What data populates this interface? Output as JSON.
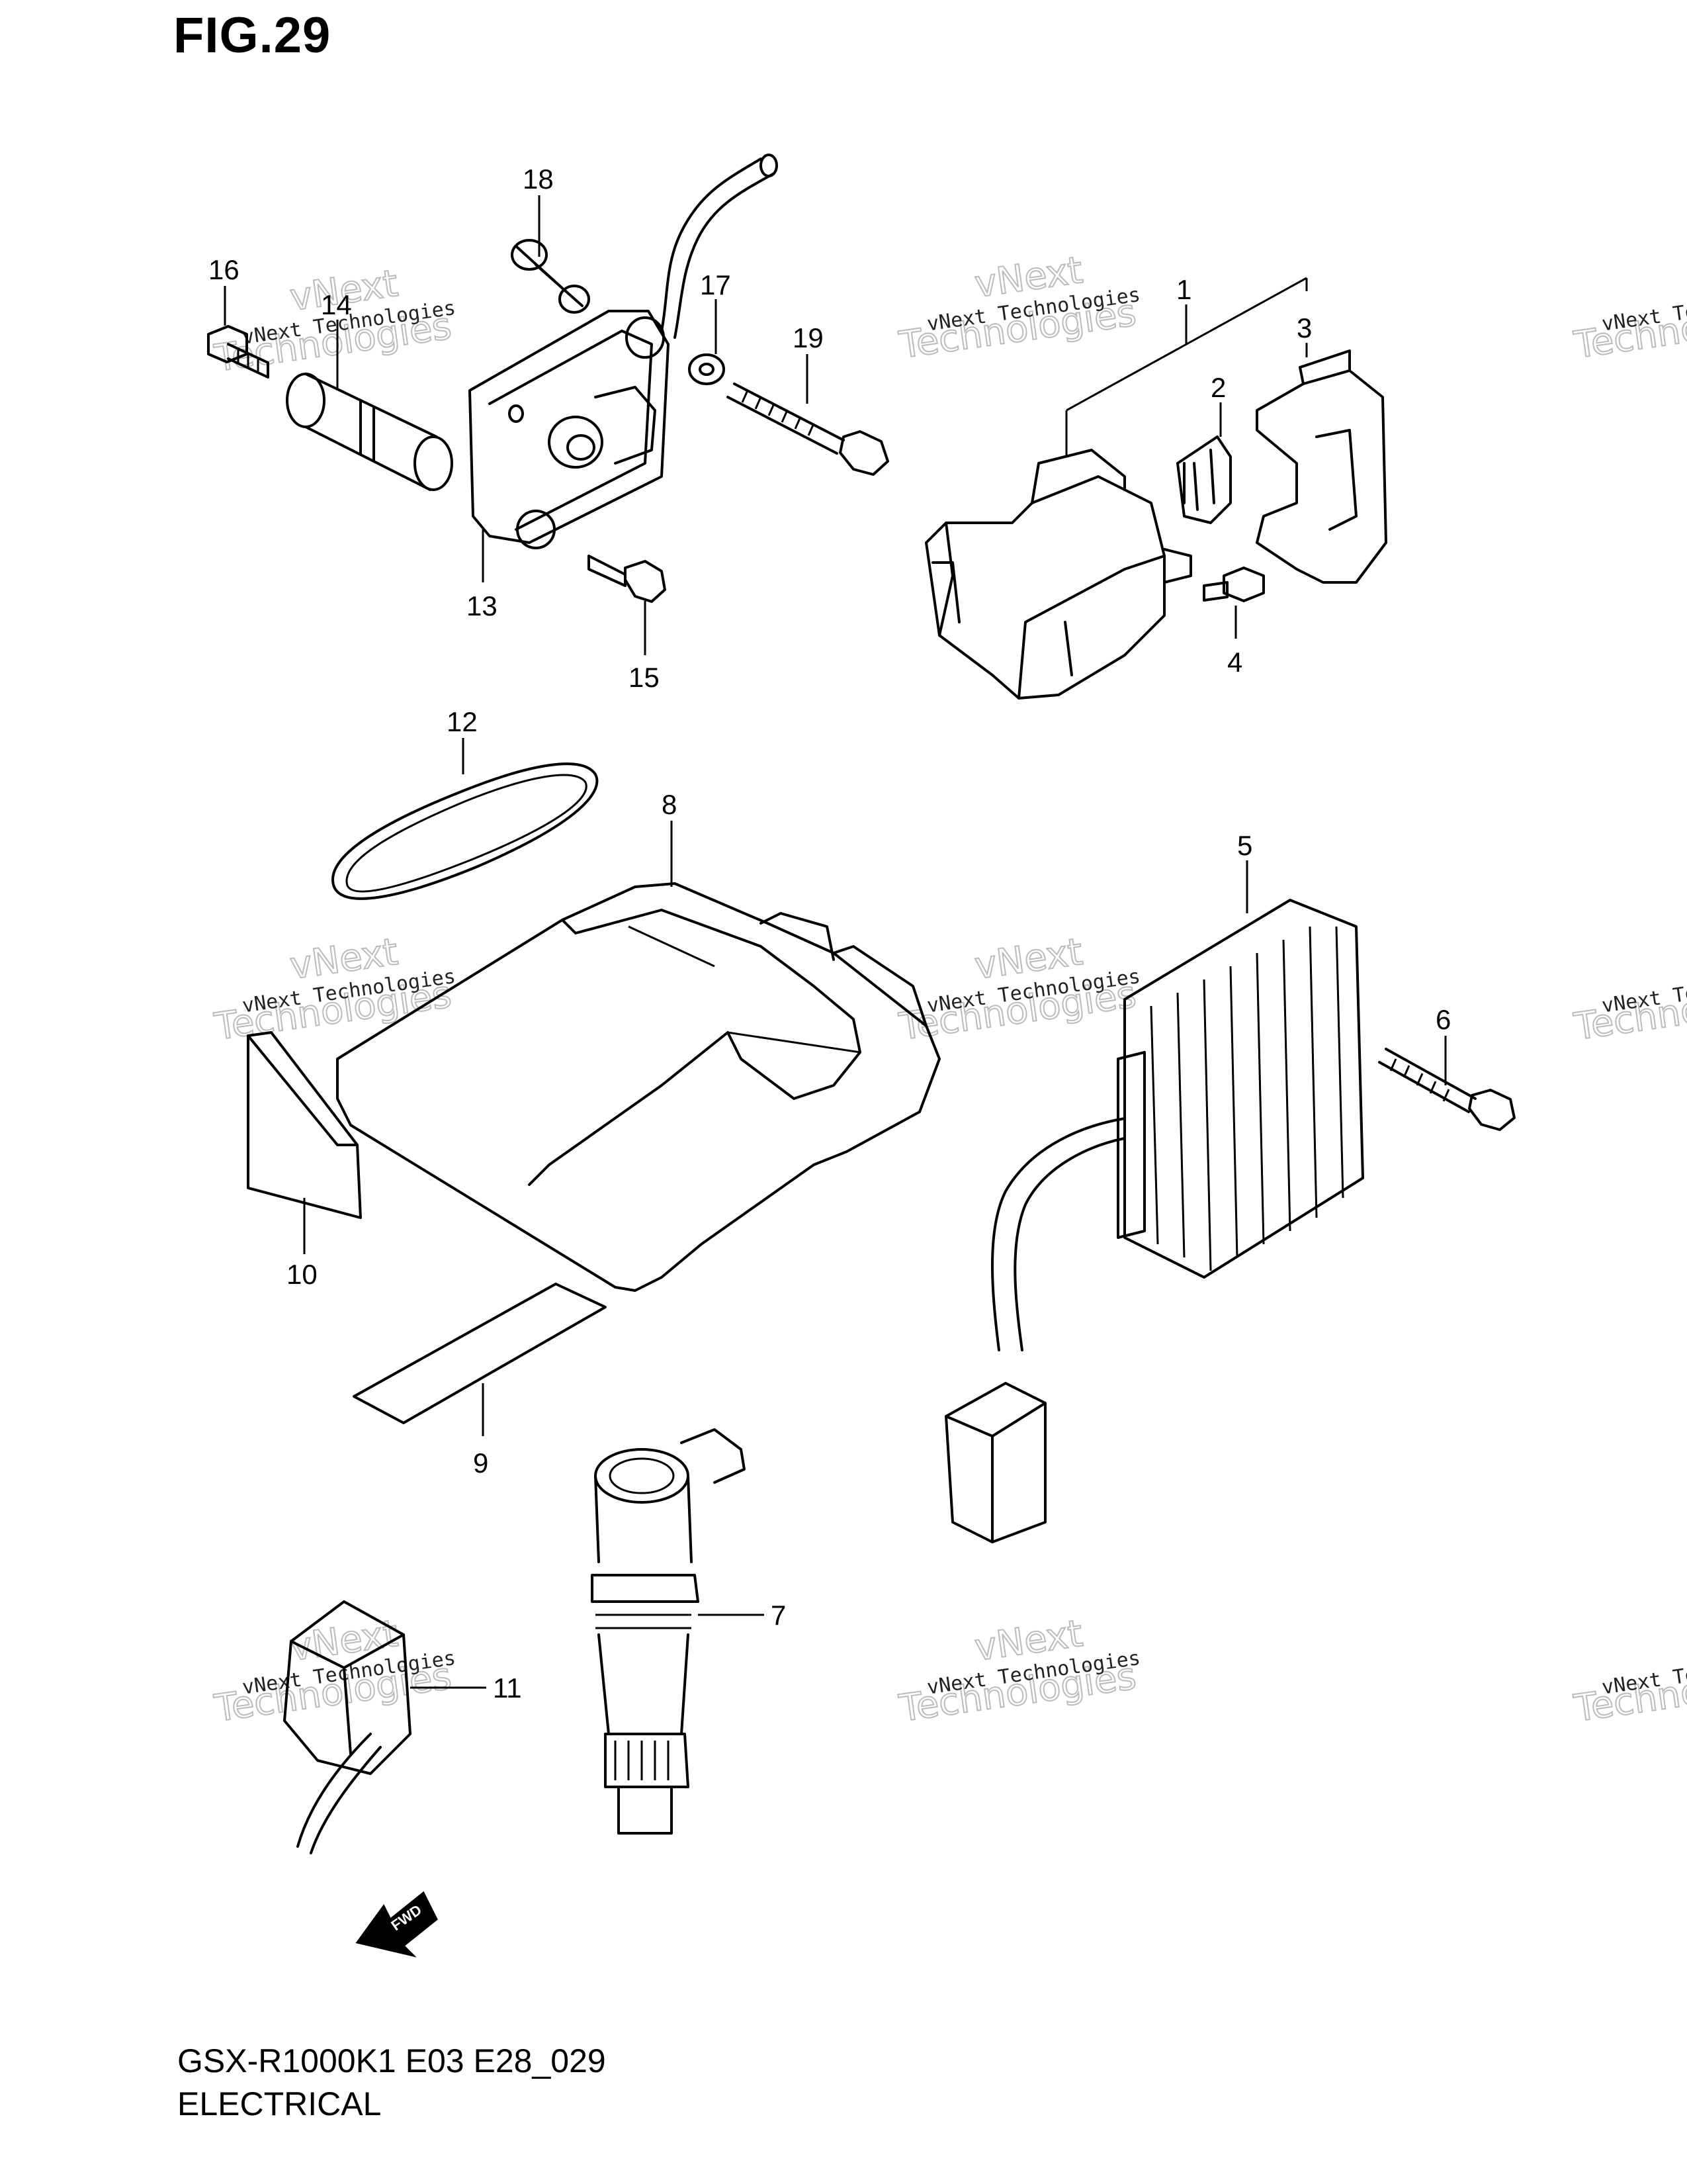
{
  "figure": {
    "title": "FIG.29",
    "code": "GSX-R1000K1 E03 E28_029",
    "name": "ELECTRICAL"
  },
  "watermark": {
    "line1": "vNext Technologies",
    "line2": "vNext",
    "line3": "Technologies"
  },
  "callouts": {
    "p1": "1",
    "p2": "2",
    "p3": "3",
    "p4": "4",
    "p5": "5",
    "p6": "6",
    "p7": "7",
    "p8": "8",
    "p9": "9",
    "p10": "10",
    "p11": "11",
    "p12": "12",
    "p13": "13",
    "p14": "14",
    "p15": "15",
    "p16": "16",
    "p17": "17",
    "p18": "18",
    "p19": "19"
  },
  "fwd_label": "FWD"
}
